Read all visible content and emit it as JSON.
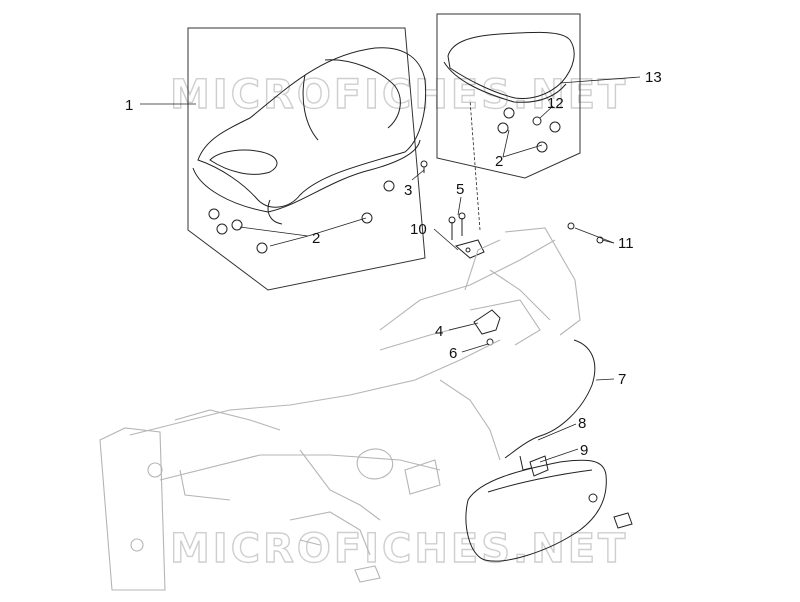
{
  "watermark": {
    "top": "MICROFICHES.NET",
    "bottom": "MICROFICHES.NET"
  },
  "callouts": [
    "1",
    "2",
    "3",
    "2",
    "12",
    "13",
    "5",
    "10",
    "11",
    "4",
    "6",
    "7",
    "8",
    "9"
  ],
  "parts": [
    "rider-seat",
    "seat-rubber-buffer",
    "seat-screw",
    "passenger-seat",
    "passenger-seat-buffer",
    "seat-lock-screws",
    "seat-lock-plate",
    "rear-screws",
    "seat-lock-bracket",
    "bracket-nut",
    "seat-release-cable",
    "cable-clip",
    "lock-clip",
    "side-cover",
    "frame"
  ]
}
